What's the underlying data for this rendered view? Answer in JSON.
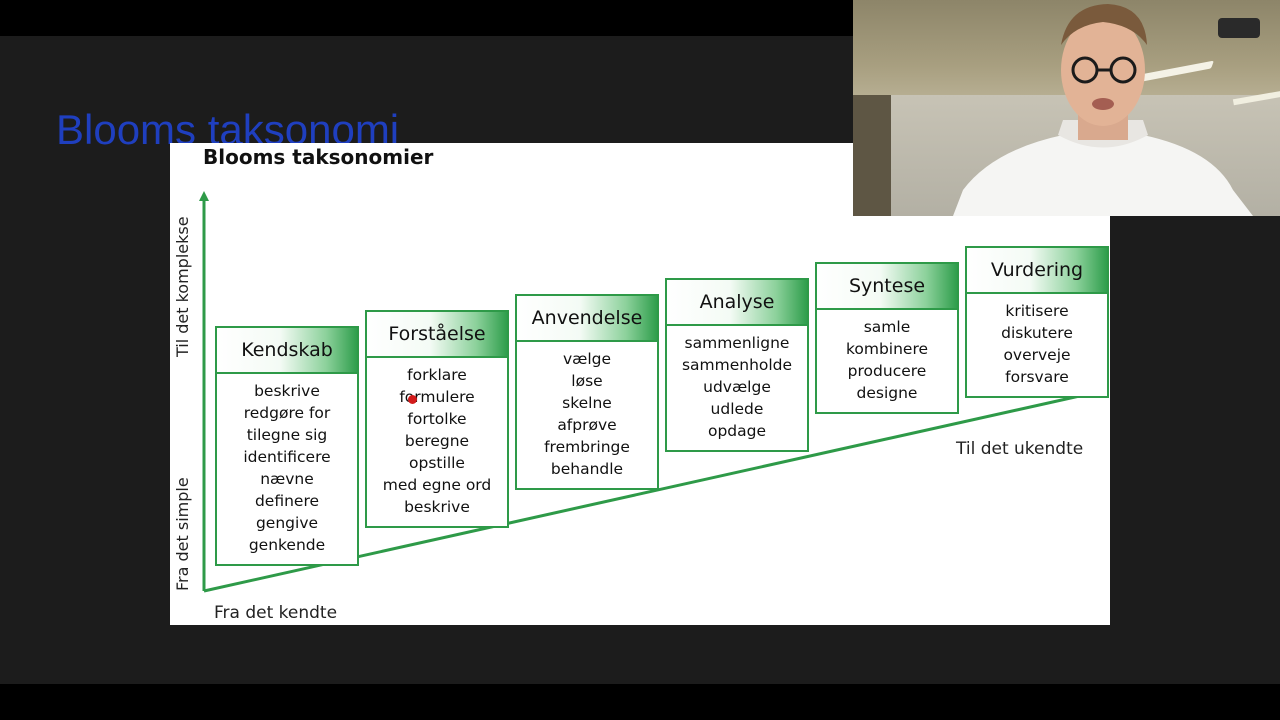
{
  "slide": {
    "title": "Blooms taksonomi"
  },
  "figure": {
    "title": "Blooms taksonomier",
    "y_axis_top_label": "Til det komplekse",
    "y_axis_bottom_label": "Fra det simple",
    "x_axis_left_label": "Fra det kendte",
    "x_axis_right_label": "Til det ukendte",
    "accent_color": "#2e9a48",
    "levels": [
      {
        "title": "Kendskab",
        "items": [
          "beskrive",
          "redgøre for",
          "tilegne sig",
          "identificere",
          "nævne",
          "definere",
          "gengive",
          "genkende"
        ]
      },
      {
        "title": "Forståelse",
        "items": [
          "forklare",
          "formulere",
          "fortolke",
          "beregne",
          "opstille",
          "med egne ord",
          "beskrive"
        ]
      },
      {
        "title": "Anvendelse",
        "items": [
          "vælge",
          "løse",
          "skelne",
          "afprøve",
          "frembringe",
          "behandle"
        ]
      },
      {
        "title": "Analyse",
        "items": [
          "sammenligne",
          "sammenholde",
          "udvælge",
          "udlede",
          "opdage"
        ]
      },
      {
        "title": "Syntese",
        "items": [
          "samle",
          "kombinere",
          "producere",
          "designe"
        ]
      },
      {
        "title": "Vurdering",
        "items": [
          "kritisere",
          "diskutere",
          "overveje",
          "forsvare"
        ]
      }
    ]
  },
  "webcam": {
    "description_icon": "presenter-webcam"
  }
}
